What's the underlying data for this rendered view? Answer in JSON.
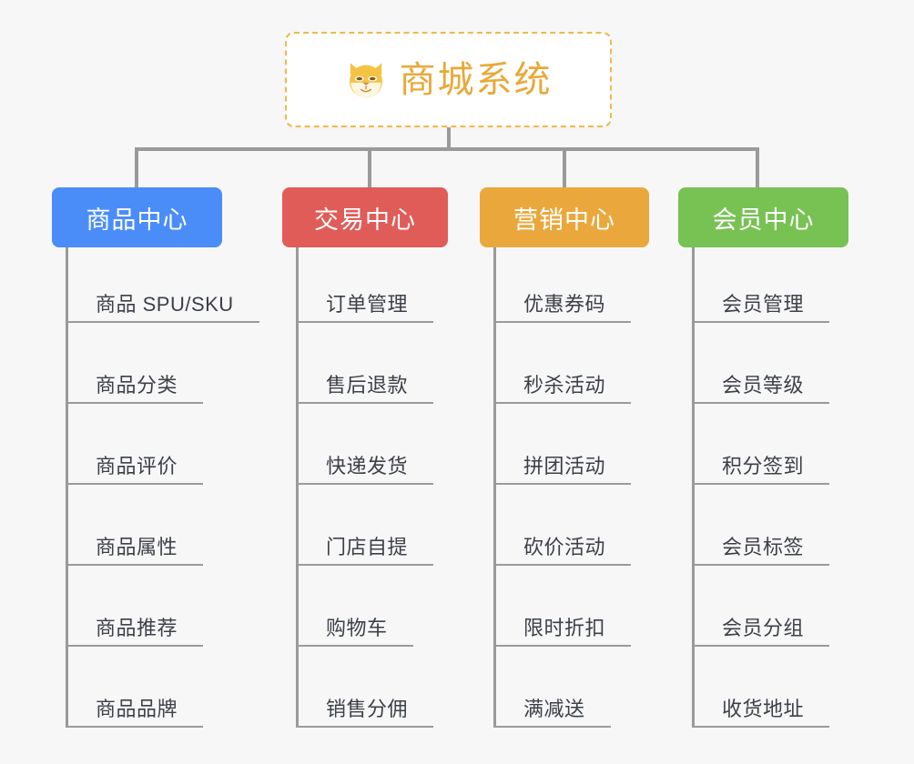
{
  "background_color": "#f7f7f7",
  "root": {
    "title": "商城系统",
    "icon": "shiba-dog-icon",
    "title_color": "#e8a93a",
    "border_color": "#f0b94a",
    "fill_color": "#ffffff"
  },
  "connector_color": "#9a9a9a",
  "columns": [
    {
      "id": "product-center",
      "title": "商品中心",
      "color": "#4b8df8",
      "items": [
        "商品 SPU/SKU",
        "商品分类",
        "商品评价",
        "商品属性",
        "商品推荐",
        "商品品牌"
      ]
    },
    {
      "id": "trade-center",
      "title": "交易中心",
      "color": "#e05c59",
      "items": [
        "订单管理",
        "售后退款",
        "快递发货",
        "门店自提",
        "购物车",
        "销售分佣"
      ]
    },
    {
      "id": "marketing-center",
      "title": "营销中心",
      "color": "#eaa83c",
      "items": [
        "优惠券码",
        "秒杀活动",
        "拼团活动",
        "砍价活动",
        "限时折扣",
        "满减送"
      ]
    },
    {
      "id": "member-center",
      "title": "会员中心",
      "color": "#78c council"
    }
  ]
}
